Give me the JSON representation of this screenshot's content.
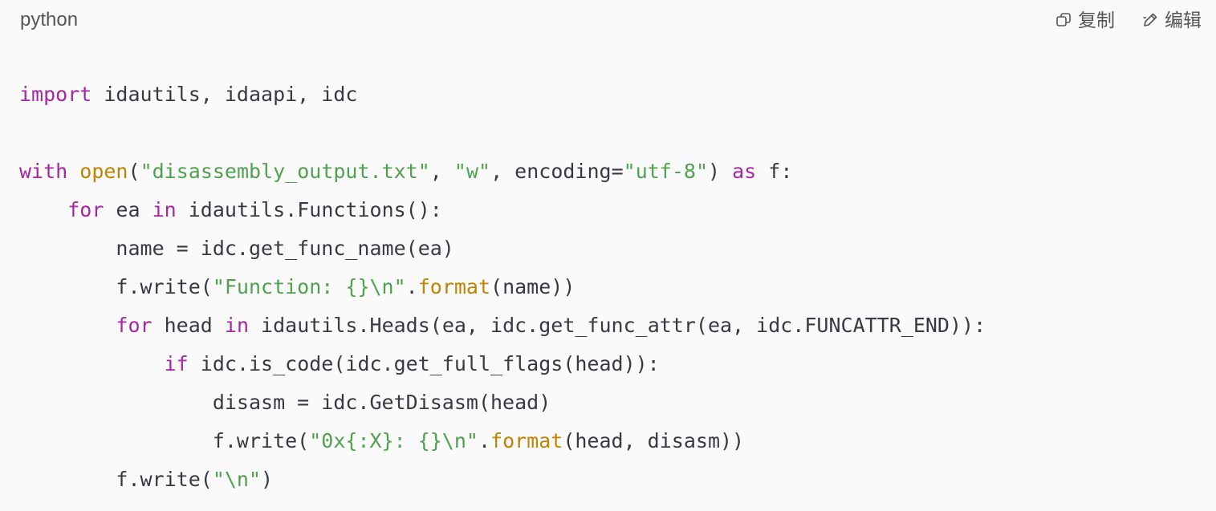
{
  "header": {
    "language": "python",
    "copy_label": "复制",
    "edit_label": "编辑"
  },
  "icons": {
    "copy": "copy-icon",
    "edit": "pencil-icon"
  },
  "colors": {
    "keyword": "#a626a4",
    "builtin": "#c18401",
    "string": "#50a14f",
    "text": "#383a42",
    "background": "#fafafa"
  },
  "code": {
    "lines": [
      [
        {
          "t": "import",
          "c": "kw"
        },
        {
          "t": " idautils, idaapi, idc"
        }
      ],
      [],
      [
        {
          "t": "with",
          "c": "kw"
        },
        {
          "t": " "
        },
        {
          "t": "open",
          "c": "bi"
        },
        {
          "t": "("
        },
        {
          "t": "\"disassembly_output.txt\"",
          "c": "str"
        },
        {
          "t": ", "
        },
        {
          "t": "\"w\"",
          "c": "str"
        },
        {
          "t": ", encoding="
        },
        {
          "t": "\"utf-8\"",
          "c": "str"
        },
        {
          "t": ") "
        },
        {
          "t": "as",
          "c": "kw"
        },
        {
          "t": " f:"
        }
      ],
      [
        {
          "t": "    "
        },
        {
          "t": "for",
          "c": "kw"
        },
        {
          "t": " ea "
        },
        {
          "t": "in",
          "c": "kw"
        },
        {
          "t": " idautils.Functions():"
        }
      ],
      [
        {
          "t": "        name = idc.get_func_name(ea)"
        }
      ],
      [
        {
          "t": "        f.write("
        },
        {
          "t": "\"Function: {}\\n\"",
          "c": "str"
        },
        {
          "t": "."
        },
        {
          "t": "format",
          "c": "bi"
        },
        {
          "t": "(name))"
        }
      ],
      [
        {
          "t": "        "
        },
        {
          "t": "for",
          "c": "kw"
        },
        {
          "t": " head "
        },
        {
          "t": "in",
          "c": "kw"
        },
        {
          "t": " idautils.Heads(ea, idc.get_func_attr(ea, idc.FUNCATTR_END)):"
        }
      ],
      [
        {
          "t": "            "
        },
        {
          "t": "if",
          "c": "kw"
        },
        {
          "t": " idc.is_code(idc.get_full_flags(head)):"
        }
      ],
      [
        {
          "t": "                disasm = idc.GetDisasm(head)"
        }
      ],
      [
        {
          "t": "                f.write("
        },
        {
          "t": "\"0x{:X}: {}\\n\"",
          "c": "str"
        },
        {
          "t": "."
        },
        {
          "t": "format",
          "c": "bi"
        },
        {
          "t": "(head, disasm))"
        }
      ],
      [
        {
          "t": "        f.write("
        },
        {
          "t": "\"\\n\"",
          "c": "str"
        },
        {
          "t": ")"
        }
      ]
    ]
  }
}
